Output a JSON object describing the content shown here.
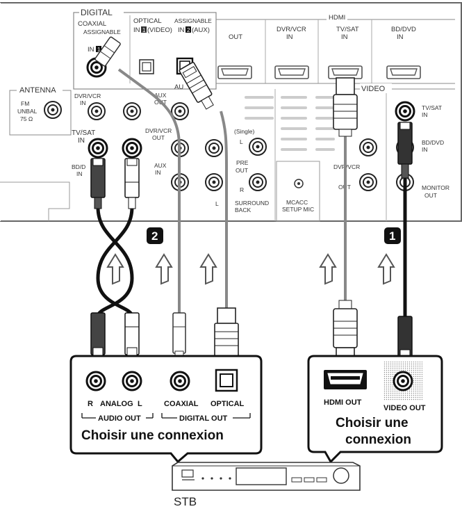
{
  "panel": {
    "digital_header": "DIGITAL",
    "coaxial": "COAXIAL",
    "assignable": "ASSIGNABLE",
    "optical": "OPTICAL",
    "assignable_2": "ASSIGNABLE",
    "in1": "IN",
    "in1_video": "(VIDEO)",
    "in2": "IN",
    "in2_aux": "(AUX)",
    "in1_coax": "IN",
    "hdmi_header": "HDMI",
    "hdmi_out": "OUT",
    "hdmi_dvr": "DVR/VCR",
    "hdmi_dvr_in": "IN",
    "hdmi_tvsat": "TV/SAT",
    "hdmi_tvsat_in": "IN",
    "hdmi_bd": "BD/DVD",
    "hdmi_bd_in": "IN",
    "antenna": "ANTENNA",
    "fm": "FM",
    "unbal": "UNBAL",
    "ohm": "75 Ω",
    "dvr_vcr_in": "DVR/VCR",
    "dvr_vcr_in2": "IN",
    "aux_out": "AUX",
    "aux_out2": "OUT",
    "aux": "AU",
    "tvsat_in": "TV/SAT",
    "tvsat_in2": "IN",
    "bd_in": "BD/D",
    "bd_in2": "IN",
    "dvr_vcr_out": "DVR/VCR",
    "dvr_vcr_out2": "OUT",
    "aux_in": "AUX",
    "aux_in2": "IN",
    "single": "(Single)",
    "l": "L",
    "pre": "PRE",
    "pre_out": "OUT",
    "r": "R",
    "surround": "SURROUND",
    "back": "BACK",
    "l2": "L",
    "mcacc": "MCACC",
    "setup_mic": "SETUP MIC",
    "video": "VIDEO",
    "v_tvsat": "TV/SAT",
    "v_tvsat_in": "IN",
    "v_bd": "BD/DVD",
    "v_bd_in": "IN",
    "v_dvr": "DVR/VCR",
    "v_out": "OUT",
    "monitor": "MONITOR",
    "monitor_out": "OUT"
  },
  "badges": {
    "two": "2",
    "one": "1"
  },
  "stb": {
    "r": "R",
    "analog": "ANALOG",
    "l": "L",
    "audio_out": "AUDIO OUT",
    "coaxial": "COAXIAL",
    "optical": "OPTICAL",
    "digital_out": "DIGITAL OUT",
    "choose_left": "Choisir une connexion",
    "hdmi_out": "HDMI OUT",
    "video_out": "VIDEO OUT",
    "choose_right_1": "Choisir une",
    "choose_right_2": "connexion",
    "device_label": "STB"
  }
}
